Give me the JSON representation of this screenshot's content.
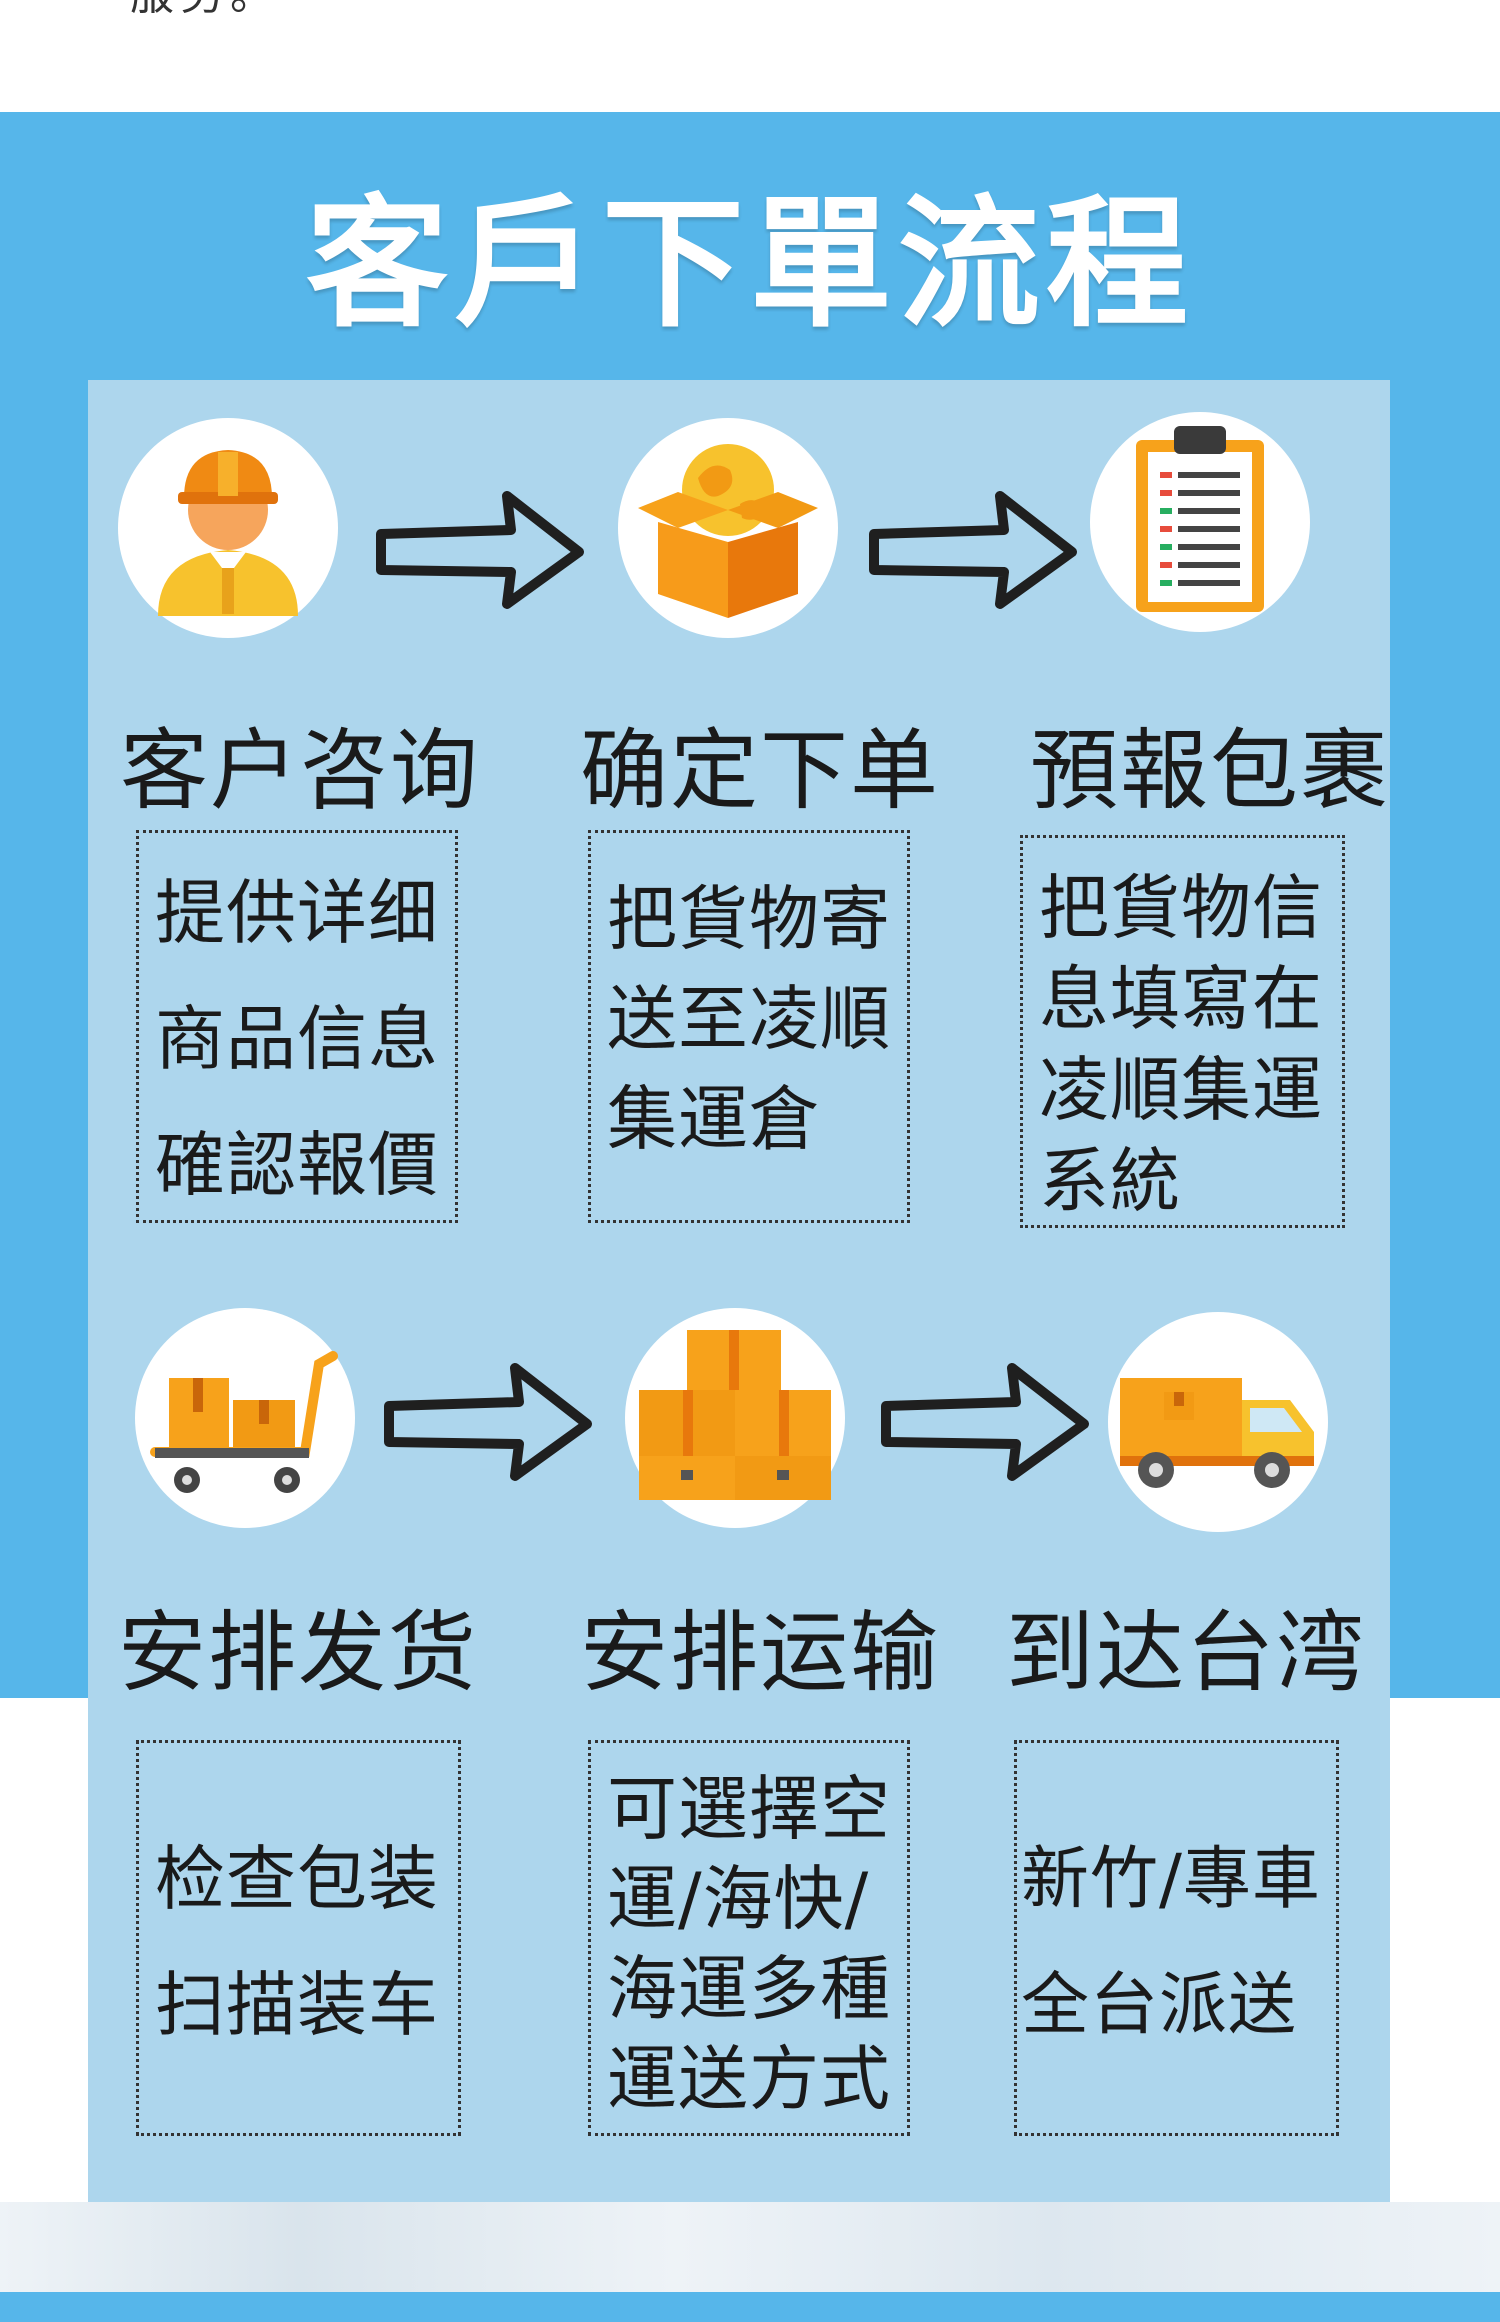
{
  "top_text": "服务。",
  "title": "客戶下單流程",
  "steps": [
    {
      "title": "客户咨询",
      "icon": "worker-avatar-icon",
      "lines": [
        "提供详细",
        "商品信息",
        "確認報價"
      ]
    },
    {
      "title": "确定下单",
      "icon": "globe-box-icon",
      "lines": [
        "把貨物寄",
        "送至凌順",
        "集運倉"
      ]
    },
    {
      "title": "預報包裹",
      "icon": "clipboard-icon",
      "lines": [
        "把貨物信",
        "息填寫在",
        "凌順集運",
        "系統"
      ]
    },
    {
      "title": "安排发货",
      "icon": "cart-icon",
      "lines": [
        "检查包装",
        "扫描装车"
      ]
    },
    {
      "title": "安排运输",
      "icon": "boxes-icon",
      "lines": [
        "可選擇空",
        "運/海快/",
        "海運多種",
        "運送方式"
      ]
    },
    {
      "title": "到达台湾",
      "icon": "truck-icon",
      "lines": [
        "新竹/專車",
        "全台派送"
      ]
    }
  ],
  "colors": {
    "blue_bg": "#56b6ea",
    "panel": "#add6ed",
    "orange": "#f7a21b",
    "dark_orange": "#e8780c"
  }
}
